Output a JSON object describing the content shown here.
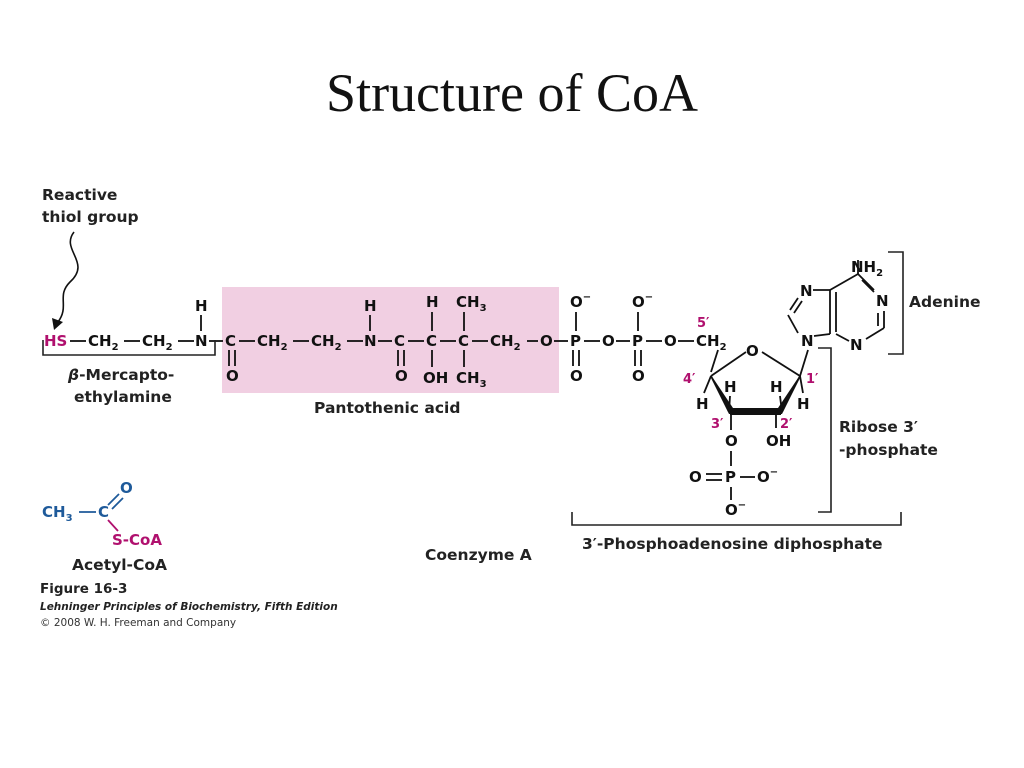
{
  "slide": {
    "title": "Structure of CoA"
  },
  "labels": {
    "reactive": [
      "Reactive",
      "thiol group"
    ],
    "beta": [
      "-Mercapto-",
      "ethylamine"
    ],
    "beta_symbol": "β",
    "pantothenic": "Pantothenic acid",
    "adenine": "Adenine",
    "ribose": [
      "Ribose 3′",
      "-phosphate"
    ],
    "diphosphate": "3′-Phosphoadenosine diphosphate",
    "coenzyme": "Coenzyme A",
    "acetyl": "Acetyl-CoA"
  },
  "numbering": {
    "c5": "5′",
    "c4": "4′",
    "c3": "3′",
    "c2": "2′",
    "c1": "1′"
  },
  "caption": {
    "figure": "Figure 16-3",
    "book": "Lehninger Principles of Biochemistry, Fifth Edition",
    "copyright": "© 2008 W. H. Freeman and Company"
  },
  "atoms": {
    "hs": "HS",
    "ch2": "CH",
    "two": "2",
    "three": "3",
    "n": "N",
    "h": "H",
    "c": "C",
    "o": "O",
    "ch3": "CH",
    "oh": "OH",
    "p": "P",
    "ominus": "O",
    "minus": "−",
    "nh2": "NH",
    "s_coa": "S-CoA"
  },
  "colors": {
    "pantothenic_highlight": "#f1cfe2",
    "reactive_accent": "#b0106e",
    "acetyl_accent": "#1e5a9a",
    "numbering": "#b0106e"
  }
}
